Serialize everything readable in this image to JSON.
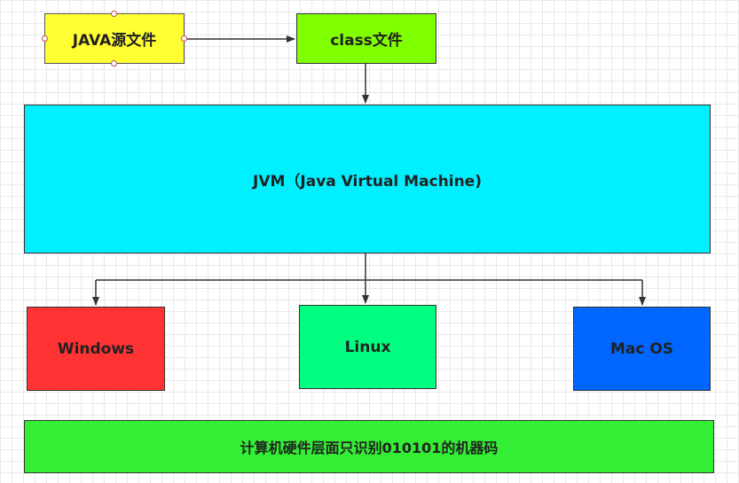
{
  "nodes": {
    "java_source": {
      "label": "JAVA源文件",
      "color": "#ffff33"
    },
    "class_file": {
      "label": "class文件",
      "color": "#80ff00"
    },
    "jvm": {
      "label": "JVM（Java Virtual Machine)",
      "color": "#00f0ff"
    },
    "windows": {
      "label": "Windows",
      "color": "#ff3333"
    },
    "linux": {
      "label": "Linux",
      "color": "#00ff80"
    },
    "macos": {
      "label": "Mac OS",
      "color": "#0066ff"
    },
    "hardware": {
      "label": "计算机硬件层面只识别010101的机器码",
      "color": "#33ee33"
    }
  },
  "edges": [
    {
      "from": "java_source",
      "to": "class_file"
    },
    {
      "from": "class_file",
      "to": "jvm"
    },
    {
      "from": "jvm",
      "to": "windows"
    },
    {
      "from": "jvm",
      "to": "linux"
    },
    {
      "from": "jvm",
      "to": "macos"
    }
  ],
  "line_color": "#333333"
}
